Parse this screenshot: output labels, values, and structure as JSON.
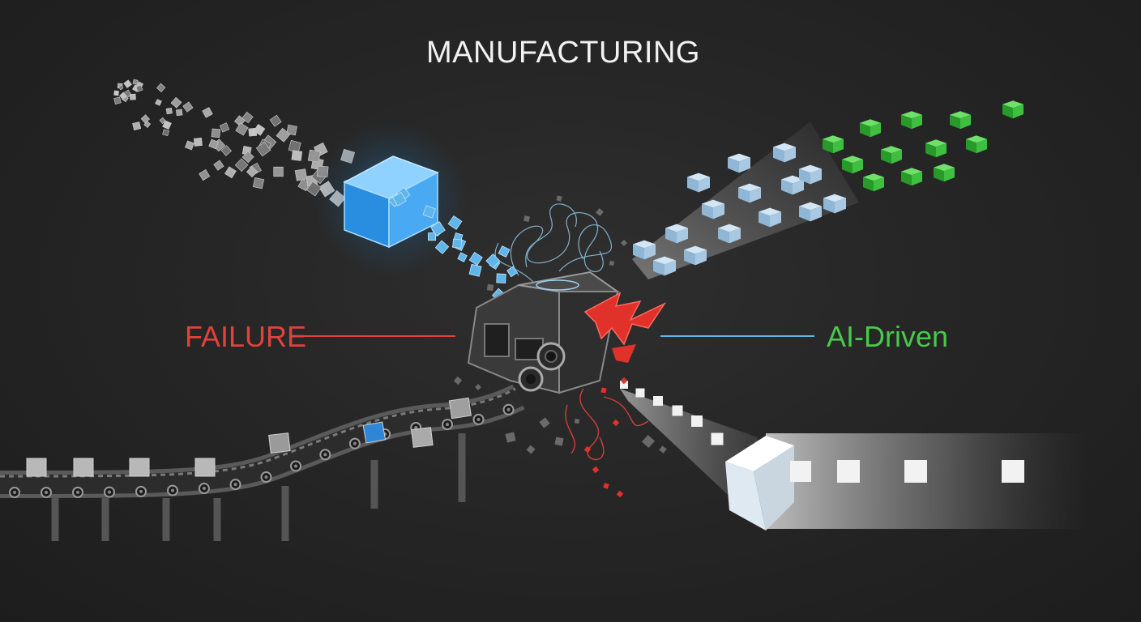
{
  "title": "MANUFACTURING",
  "labels": {
    "failure": "FAILURE",
    "ai_driven": "AI-Driven"
  },
  "colors": {
    "background": "#262626",
    "failure": "#e0423c",
    "ai_driven": "#49c94a",
    "blue_connector": "#5fb6e0",
    "highlight_cube": "#3aa3f0",
    "green_cube": "#3fbf3f"
  }
}
